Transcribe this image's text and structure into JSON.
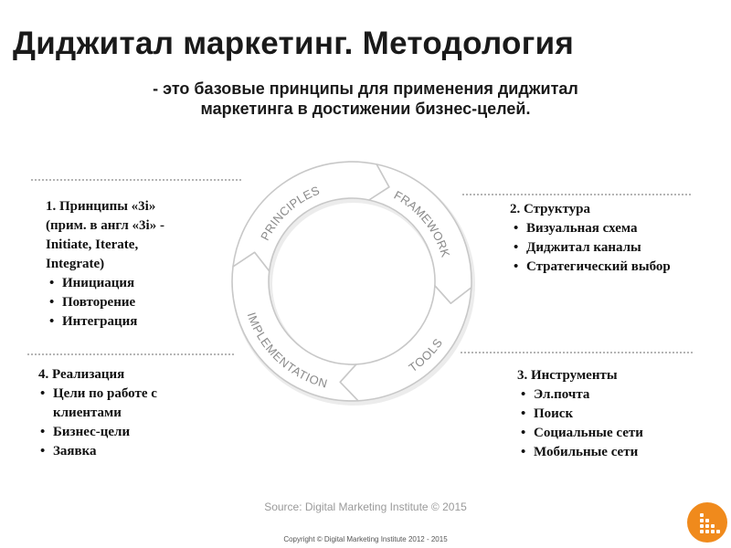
{
  "title": "Диджитал маркетинг. Методология",
  "subtitle": {
    "line1": "- это базовые принципы для применения диджитал",
    "line2": "маркетинга в достижении бизнес-целей."
  },
  "diagram": {
    "segments": [
      "PRINCIPLES",
      "FRAMEWORK",
      "TOOLS",
      "IMPLEMENTATION"
    ],
    "ring_color": "#ffffff",
    "ring_stroke": "#c8c8c8",
    "label_color": "#8a8a8a"
  },
  "blocks": {
    "b1": {
      "header": [
        "1. Принципы «3i»",
        "(прим. в англ «3i» -",
        "Initiate, Iterate,",
        "Integrate)"
      ],
      "items": [
        "Инициация",
        "Повторение",
        "Интеграция"
      ]
    },
    "b2": {
      "header": [
        "2. Структура"
      ],
      "items": [
        "Визуальная схема",
        "Диджитал каналы",
        "Стратегический выбор"
      ]
    },
    "b3": {
      "header": [
        "3. Инструменты"
      ],
      "items": [
        "Эл.почта",
        "Поиск",
        "Социальные сети",
        "Мобильные сети"
      ]
    },
    "b4": {
      "header": [
        "4. Реализация"
      ],
      "items": [
        "Цели по работе с клиентами",
        "Бизнес-цели",
        "Заявка"
      ]
    }
  },
  "bullet": "•",
  "source": "Source: Digital Marketing Institute © 2015",
  "copyright": "Copyright © Digital Marketing Institute 2012 - 2015",
  "colors": {
    "accent": "#f08a1c",
    "text": "#111111",
    "muted": "#9a9a9a"
  }
}
